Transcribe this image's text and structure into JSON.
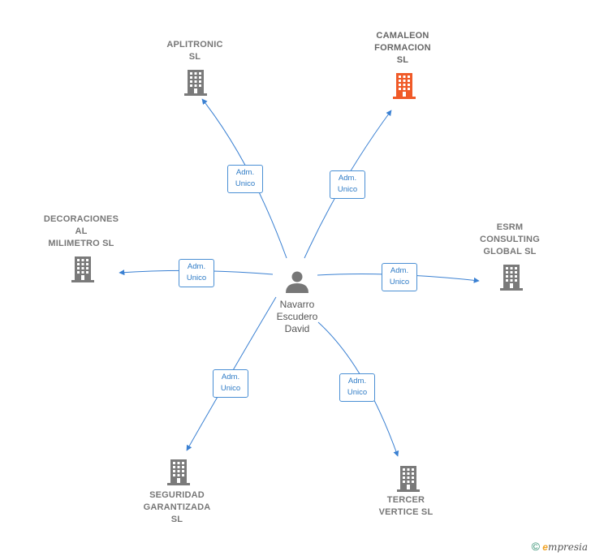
{
  "person": {
    "name": "Navarro\nEscudero\nDavid"
  },
  "colors": {
    "edge": "#3a80d2",
    "building": "#7a7a7a",
    "building_highlight": "#f05a28"
  },
  "companies": [
    {
      "id": "aplitronic",
      "label": "APLITRONIC\nSL",
      "highlight": false
    },
    {
      "id": "camaleon",
      "label": "CAMALEON\nFORMACION\nSL",
      "highlight": true
    },
    {
      "id": "decoraciones",
      "label": "DECORACIONES\nAL\nMILIMETRO  SL",
      "highlight": false
    },
    {
      "id": "esrm",
      "label": "ESRM\nCONSULTING\nGLOBAL  SL",
      "highlight": false
    },
    {
      "id": "seguridad",
      "label": "SEGURIDAD\nGARANTIZADA\nSL",
      "highlight": false
    },
    {
      "id": "tercer",
      "label": "TERCER\nVERTICE  SL",
      "highlight": false
    }
  ],
  "relations": [
    {
      "to": "aplitronic",
      "label": "Adm.\nUnico"
    },
    {
      "to": "camaleon",
      "label": "Adm.\nUnico"
    },
    {
      "to": "decoraciones",
      "label": "Adm.\nUnico"
    },
    {
      "to": "esrm",
      "label": "Adm.\nUnico"
    },
    {
      "to": "seguridad",
      "label": "Adm.\nUnico"
    },
    {
      "to": "tercer",
      "label": "Adm.\nUnico"
    }
  ],
  "footer": {
    "copyright": "©",
    "brand_initial": "e",
    "brand_rest": "mpresia"
  }
}
